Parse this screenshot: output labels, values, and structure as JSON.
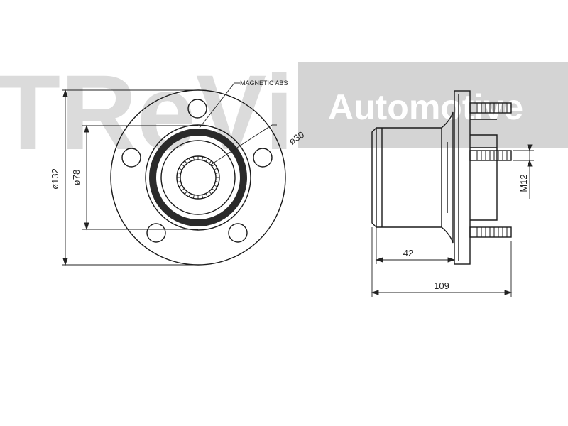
{
  "watermark": {
    "brand": "TReVi",
    "tagline": "Automotive",
    "band_color": "#d4d4d4",
    "brand_color": "#cfcfcf",
    "tagline_color": "#ffffff"
  },
  "drawing": {
    "line_color": "#1a1a1a",
    "dim_color": "#222222"
  },
  "labels": {
    "magnetic_abs": "MAGNETIC ABS",
    "bore_dia": "ø30",
    "flange_dia": "ø132",
    "pilot_dia": "ø78",
    "thread": "M12",
    "bearing_width": "42",
    "overall_width": "109"
  }
}
